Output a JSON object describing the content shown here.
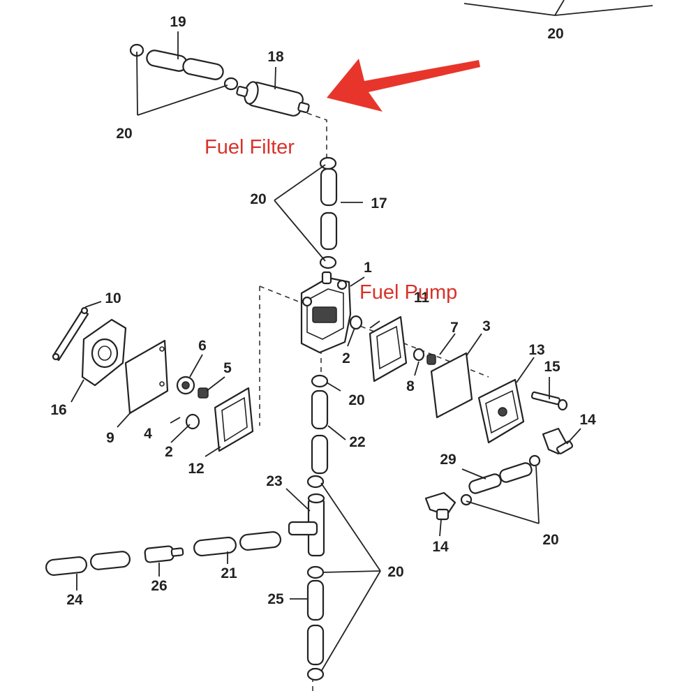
{
  "annotations": {
    "fuel_filter": "Fuel Filter",
    "fuel_pump": "Fuel Pump"
  },
  "arrow_color": "#e8352b",
  "annotation_color": "#d8322a",
  "callouts": {
    "c20_top": "20",
    "c19": "19",
    "c18": "18",
    "c20_filter": "20",
    "c20_upper": "20",
    "c17": "17",
    "c1": "1",
    "c11": "11",
    "c10": "10",
    "c7": "7",
    "c3": "3",
    "c6": "6",
    "c5": "5",
    "c2_right": "2",
    "c16": "16",
    "c8": "8",
    "c13": "13",
    "c15": "15",
    "c9": "9",
    "c4": "4",
    "c2_left": "2",
    "c20_mid": "20",
    "c14_right": "14",
    "c22": "22",
    "c12": "12",
    "c29": "29",
    "c23": "23",
    "c14_left": "14",
    "c20_lower_right": "20",
    "c20_bottom": "20",
    "c21": "21",
    "c26": "26",
    "c24": "24",
    "c25": "25"
  }
}
